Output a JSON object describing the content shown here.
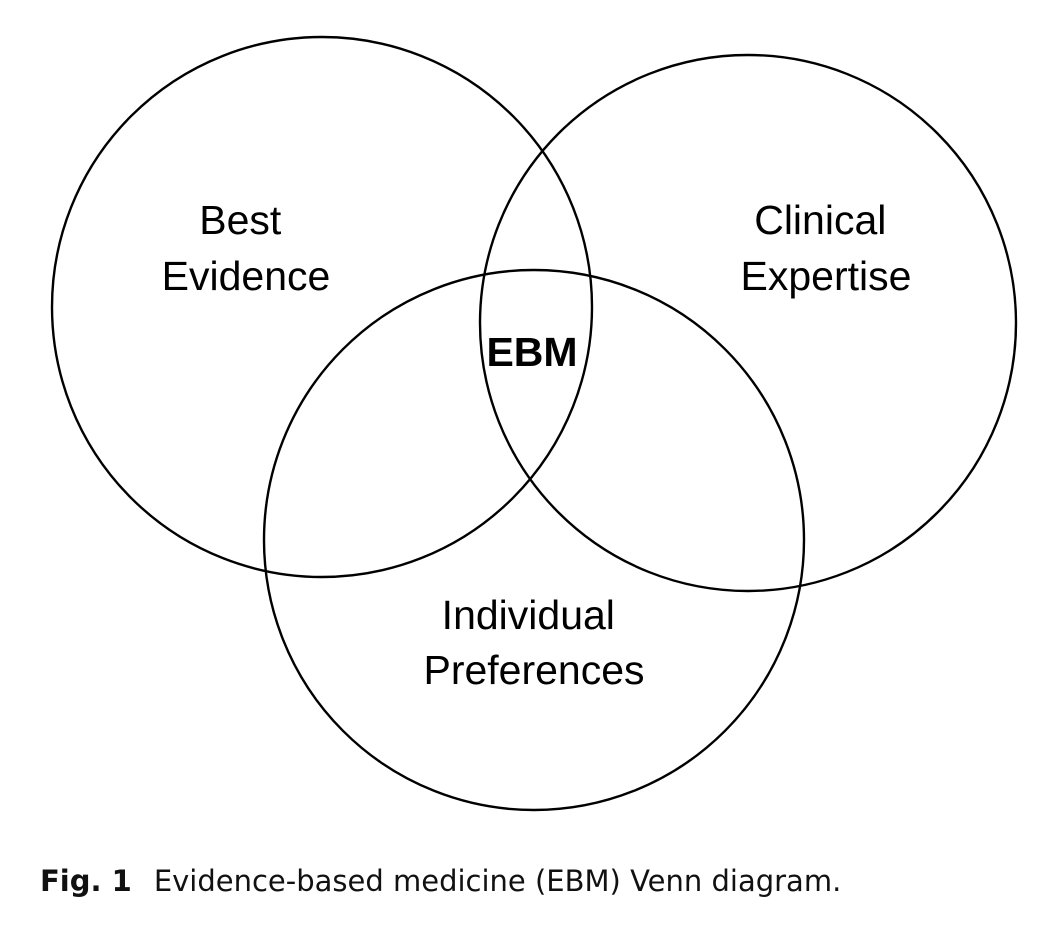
{
  "diagram": {
    "sets": [
      {
        "id": "best-evidence",
        "lines": [
          "Best",
          "Evidence"
        ]
      },
      {
        "id": "clinical-expertise",
        "lines": [
          "Clinical",
          "Expertise"
        ]
      },
      {
        "id": "individual-preferences",
        "lines": [
          "Individual",
          "Preferences"
        ]
      }
    ],
    "intersection_label": "EBM",
    "stroke_color": "#000000"
  },
  "caption": {
    "label": "Fig. 1",
    "text": "Evidence-based medicine (EBM) Venn diagram."
  }
}
